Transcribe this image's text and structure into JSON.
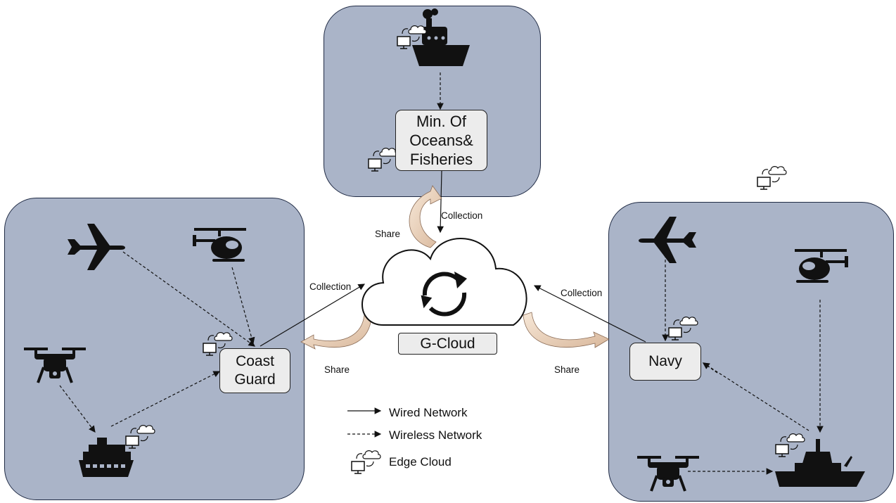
{
  "nodes": {
    "ministry": "Min. Of\nOceans&\nFisheries",
    "coast_guard": "Coast\nGuard",
    "navy": "Navy",
    "g_cloud": "G-Cloud"
  },
  "edge_labels": {
    "collection_top": "Collection",
    "share_top": "Share",
    "collection_left": "Collection",
    "share_left": "Share",
    "collection_right": "Collection",
    "share_right": "Share"
  },
  "legend": {
    "wired": "Wired Network",
    "wireless": "Wireless Network",
    "edge_cloud": "Edge Cloud"
  },
  "icons": [
    "ship-icon",
    "airplane-icon",
    "helicopter-icon",
    "drone-icon",
    "cruise-ship-icon",
    "warship-icon",
    "edge-cloud-icon",
    "cloud-icon",
    "sync-icon"
  ]
}
